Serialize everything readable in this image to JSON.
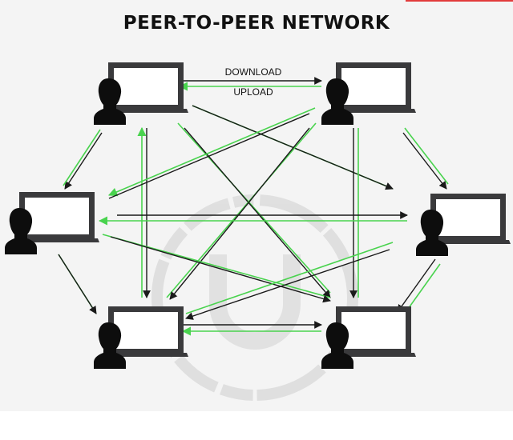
{
  "title": "PEER-TO-PEER NETWORK",
  "labels": {
    "download": "DOWNLOAD",
    "upload": "UPLOAD"
  },
  "colors": {
    "background": "#f4f4f4",
    "laptop": "#3a3a3c",
    "person": "#0d0d0d",
    "arrow_black": "#1a1a1a",
    "arrow_green": "#49d34e",
    "watermark": "#dcdcdc",
    "accent": "#e23b3b"
  },
  "nodes": [
    {
      "id": "top-left",
      "type": "peer"
    },
    {
      "id": "top-right",
      "type": "peer"
    },
    {
      "id": "mid-left",
      "type": "peer"
    },
    {
      "id": "mid-right",
      "type": "peer"
    },
    {
      "id": "bottom-left",
      "type": "peer"
    },
    {
      "id": "bottom-right",
      "type": "peer"
    }
  ],
  "icons": [
    "laptop-icon",
    "person-icon",
    "u-logo-watermark"
  ]
}
